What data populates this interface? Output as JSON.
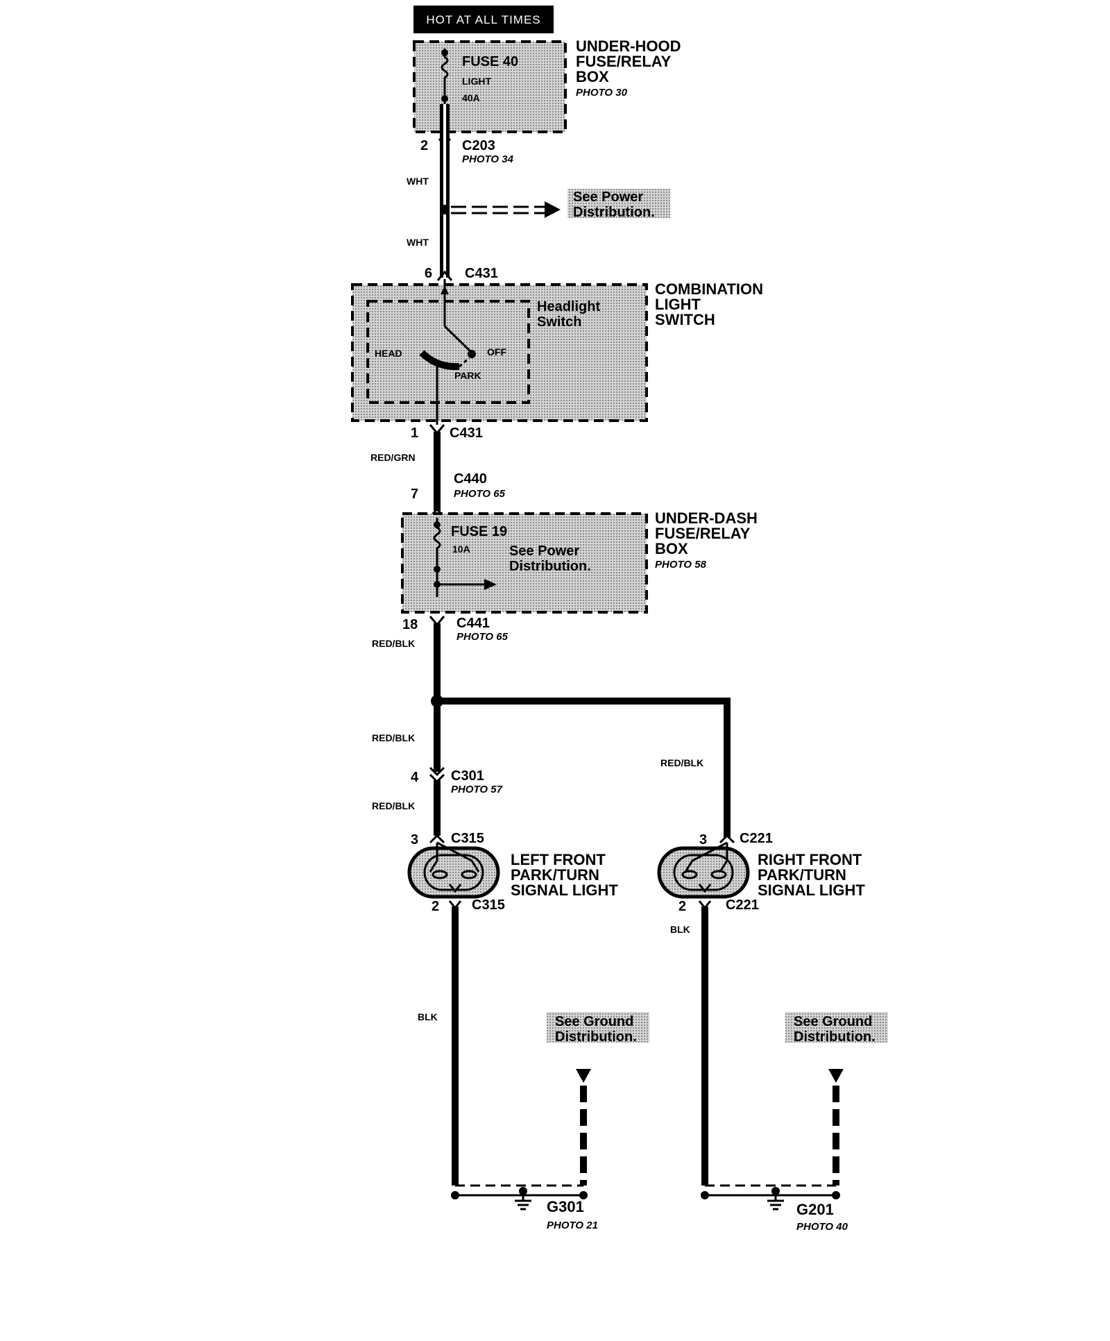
{
  "banner": "HOT AT ALL TIMES",
  "underhood_box": {
    "title": [
      "UNDER-HOOD",
      "FUSE/RELAY",
      "BOX"
    ],
    "photo": "PHOTO 30",
    "fuse_name": "FUSE 40",
    "fuse_label": "LIGHT",
    "fuse_rating": "40A"
  },
  "c203": {
    "pin": "2",
    "name": "C203",
    "photo": "PHOTO 34"
  },
  "wire_wht_1": "WHT",
  "wire_wht_2": "WHT",
  "power_ref_1": [
    "See Power",
    "Distribution."
  ],
  "c431_top": {
    "pin": "6",
    "name": "C431"
  },
  "combo_switch": {
    "title": [
      "COMBINATION",
      "LIGHT",
      "SWITCH"
    ],
    "inner_title": [
      "Headlight",
      "Switch"
    ],
    "pos_head": "HEAD",
    "pos_off": "OFF",
    "pos_park": "PARK"
  },
  "c431_bottom": {
    "pin": "1",
    "name": "C431"
  },
  "wire_red_grn": "RED/GRN",
  "c440": {
    "pin": "7",
    "name": "C440",
    "photo": "PHOTO 65"
  },
  "underdash_box": {
    "title": [
      "UNDER-DASH",
      "FUSE/RELAY",
      "BOX"
    ],
    "photo": "PHOTO 58",
    "fuse_name": "FUSE 19",
    "fuse_rating": "10A",
    "power_ref": [
      "See Power",
      "Distribution."
    ]
  },
  "c441": {
    "pin": "18",
    "name": "C441",
    "photo": "PHOTO 65"
  },
  "wire_red_blk_1": "RED/BLK",
  "wire_red_blk_2": "RED/BLK",
  "wire_red_blk_3": "RED/BLK",
  "wire_red_blk_right": "RED/BLK",
  "c301": {
    "pin": "4",
    "name": "C301",
    "photo": "PHOTO 57"
  },
  "left_light": {
    "title": [
      "LEFT FRONT",
      "PARK/TURN",
      "SIGNAL LIGHT"
    ],
    "top_pin": "3",
    "top_conn": "C315",
    "bot_pin": "2",
    "bot_conn": "C315"
  },
  "right_light": {
    "title": [
      "RIGHT FRONT",
      "PARK/TURN",
      "SIGNAL LIGHT"
    ],
    "top_pin": "3",
    "top_conn": "C221",
    "bot_pin": "2",
    "bot_conn": "C221"
  },
  "wire_blk_left": "BLK",
  "wire_blk_right": "BLK",
  "ground_ref_left": [
    "See Ground",
    "Distribution."
  ],
  "ground_ref_right": [
    "See Ground",
    "Distribution."
  ],
  "g301": {
    "name": "G301",
    "photo": "PHOTO 21"
  },
  "g201": {
    "name": "G201",
    "photo": "PHOTO 40"
  }
}
